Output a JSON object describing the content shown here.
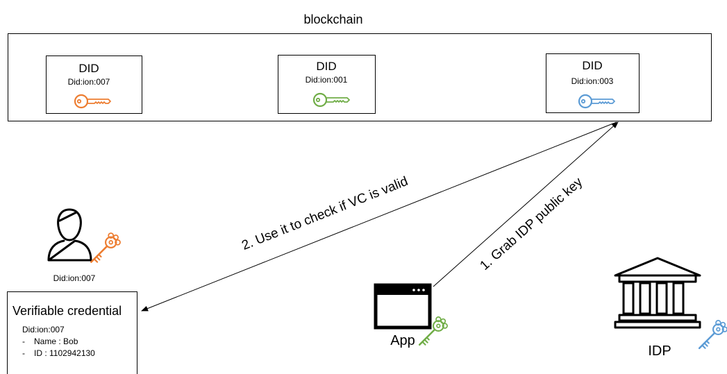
{
  "blockchain": {
    "title": "blockchain",
    "dids": [
      {
        "heading": "DID",
        "id": "Did:ion:007",
        "key_color": "#ED7D31"
      },
      {
        "heading": "DID",
        "id": "Did:ion:001",
        "key_color": "#70AD47"
      },
      {
        "heading": "DID",
        "id": "Did:ion:003",
        "key_color": "#5B9BD5"
      }
    ]
  },
  "user": {
    "did": "Did:ion:007",
    "key_color": "#ED7D31"
  },
  "credential": {
    "title": "Verifiable credential",
    "did": "Did:ion:007",
    "name_line": "Name : Bob",
    "id_line": "ID : 1102942130",
    "bullet": "-"
  },
  "app": {
    "label": "App",
    "key_color": "#70AD47"
  },
  "idp": {
    "label": "IDP",
    "key_color": "#5B9BD5"
  },
  "arrows": {
    "check_label": "2. Use it to check if VC is valid",
    "grab_label": "1. Grab IDP public key"
  }
}
